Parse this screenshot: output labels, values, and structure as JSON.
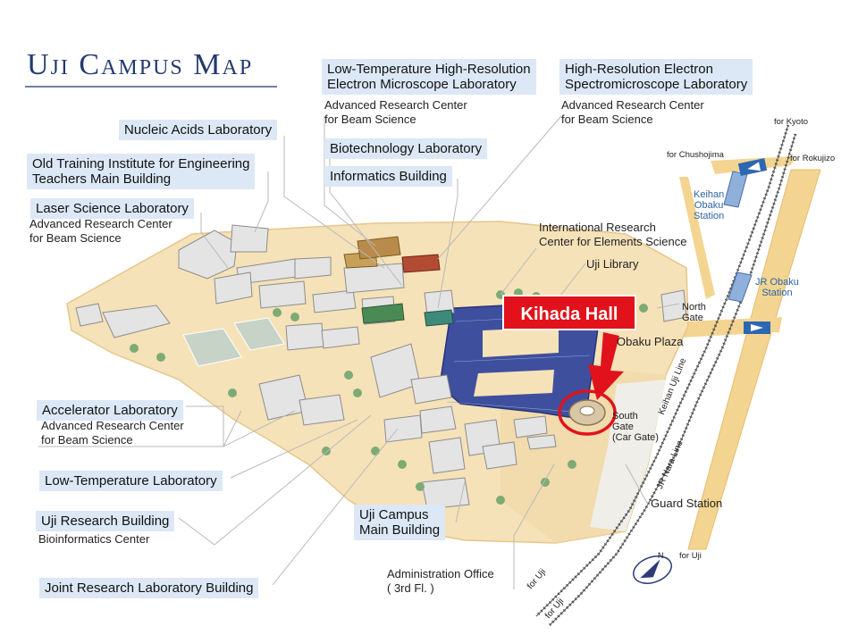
{
  "map": {
    "title": "Uji Campus Map",
    "highlight": {
      "label": "Kihada Hall",
      "color": "#e1121b"
    },
    "colors": {
      "campus_ground": "#f6e2b8",
      "road": "#f3d591",
      "label_background": "#dce8f6",
      "building_blue": "#3e4f9e",
      "rail": "#555555"
    },
    "labels": {
      "low_temp_hr": "Low-Temperature High-Resolution\nElectron Microscope Laboratory",
      "low_temp_hr_sub": "Advanced Research Center\nfor Beam Science",
      "hr_electron": "High-Resolution Electron\nSpectromicroscope Laboratory",
      "hr_electron_sub": "Advanced Research Center\nfor Beam Science",
      "nucleic": "Nucleic Acids Laboratory",
      "biotech": "Biotechnology Laboratory",
      "informatics": "Informatics Building",
      "old_training": "Old Training Institute for Engineering\nTeachers Main Building",
      "laser": "Laser Science Laboratory",
      "laser_sub": "Advanced Research Center\nfor Beam Science",
      "intl_research": "International Research\nCenter for Elements Science",
      "uji_library": "Uji Library",
      "north_gate": "North\nGate",
      "obaku_plaza": "Obaku Plaza",
      "south_gate": "South\nGate\n(Car Gate)",
      "accelerator": "Accelerator Laboratory",
      "accelerator_sub": "Advanced Research Center\nfor Beam Science",
      "low_temp_lab": "Low-Temperature Laboratory",
      "uji_research": "Uji Research Building",
      "uji_research_sub": "Bioinformatics Center",
      "joint_research": "Joint Research Laboratory Building",
      "main_building": "Uji Campus\nMain Building",
      "admin_office": "Administration Office\n( 3rd Fl. )",
      "guard_station": "Guard Station"
    },
    "directions": {
      "for_kyoto": "for Kyoto",
      "for_chushojima": "for Chushojima",
      "for_rokujizo": "for Rokujizo",
      "for_uji_road": "for Uji",
      "for_uji_rail1": "for Uji",
      "for_uji_rail2": "for Uji"
    },
    "stations": {
      "keihan": "Keihan\nObaku\nStation",
      "jr": "JR Obaku\nStation"
    },
    "lines": {
      "keihan_uji": "Keihan Uji Line",
      "jr_nara": "JR Nara Line"
    },
    "compass": "N"
  }
}
